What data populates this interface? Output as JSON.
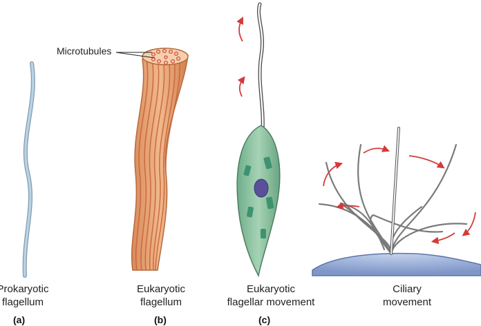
{
  "labels": {
    "microtubules": "Microtubules"
  },
  "panels": [
    {
      "letter": "(a)",
      "caption_line1": "Prokaryotic",
      "caption_line2": "flagellum"
    },
    {
      "letter": "(b)",
      "caption_line1": "Eukaryotic",
      "caption_line2": "flagellum"
    },
    {
      "letter": "(c)",
      "caption_line1": "Eukaryotic",
      "caption_line2": "flagellar movement"
    },
    {
      "letter": "",
      "caption_line1": "Ciliary",
      "caption_line2": "movement"
    }
  ],
  "colors": {
    "prokaryotic_flagellum": "#a9c3d6",
    "eukaryotic_flagellum": "#e8a877",
    "stripe": "#c8633a",
    "cell_body": "#8fc4a4",
    "nucleus": "#5a4f9a",
    "arrow": "#d43a3a",
    "cilium": "#777777",
    "surface": "#9fb4db"
  }
}
